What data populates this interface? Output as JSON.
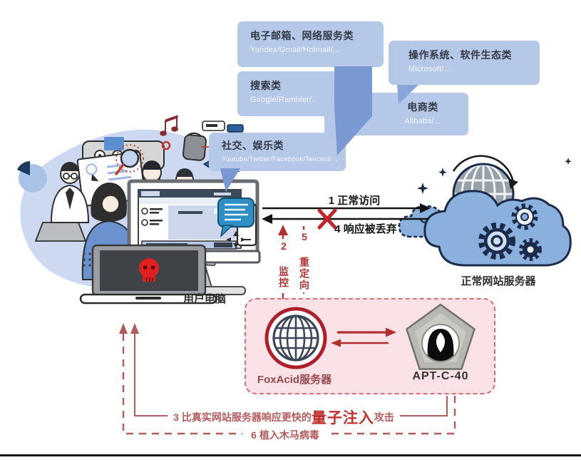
{
  "bubbles": [
    {
      "title": "电子邮箱、网络服务类",
      "subtitle": "Yandex/Gmail/Hotmail/..."
    },
    {
      "title": "操作系统、软件生态类",
      "subtitle": "Microsoft/..."
    },
    {
      "title": "搜索类",
      "subtitle": "Google/Rambler/..."
    },
    {
      "title": "电商类",
      "subtitle": "Alibaba/..."
    },
    {
      "title": "社交、娱乐类",
      "subtitle": "Youtube/Twitter/Facebook/Tencent/..."
    }
  ],
  "flows": {
    "step1": "1 正常访问",
    "step2": "2 监控",
    "step3_prefix": "3 比真实网站服务器响应更快的",
    "step3_highlight": "量子注入",
    "step3_suffix": "攻击",
    "step4": "4 响应被丢弃",
    "step5": "5 重定向",
    "step6": "6 植入木马病毒"
  },
  "nodes": {
    "user_pc": "用户电脑",
    "normal_server": "正常网站服务器",
    "foxacid": "FoxAcid服务器",
    "apt": "APT-C-40"
  },
  "colors": {
    "bubble_fill": "#b6c8e8",
    "bubble_tail": "#7a99d2",
    "attack_red": "#c22f2f",
    "flow_red": "#b25b5b",
    "pink_box_fill": "#fbe2e6",
    "pink_box_border": "#d4707b",
    "cloud_blue": "#8ab1dd",
    "skull_red": "#e01f1f"
  }
}
